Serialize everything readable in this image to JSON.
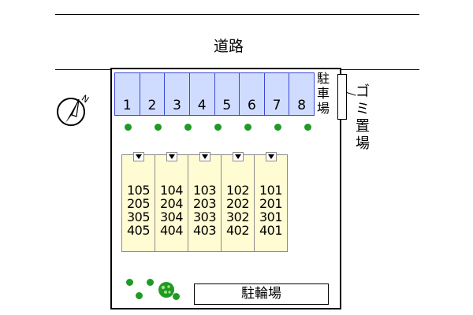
{
  "road": {
    "label": "道路"
  },
  "parking": {
    "label_chars": [
      "駐",
      "車",
      "場"
    ],
    "spaces": [
      "1",
      "2",
      "3",
      "4",
      "5",
      "6",
      "7",
      "8"
    ]
  },
  "garbage": {
    "label_chars": [
      "ゴ",
      "ミ",
      "置",
      "場"
    ]
  },
  "building": {
    "units": [
      {
        "rooms": [
          "105",
          "205",
          "305",
          "405"
        ]
      },
      {
        "rooms": [
          "104",
          "204",
          "304",
          "404"
        ]
      },
      {
        "rooms": [
          "103",
          "203",
          "303",
          "403"
        ]
      },
      {
        "rooms": [
          "102",
          "202",
          "302",
          "402"
        ]
      },
      {
        "rooms": [
          "101",
          "201",
          "301",
          "401"
        ]
      }
    ]
  },
  "bicycle_parking": {
    "label": "駐輪場"
  },
  "compass": {
    "label": "N"
  },
  "colors": {
    "parking_fill": "#cfdcff",
    "parking_stroke": "#3b48d8",
    "building_fill": "#fffbd2",
    "tree_green": "#1f9a24"
  }
}
